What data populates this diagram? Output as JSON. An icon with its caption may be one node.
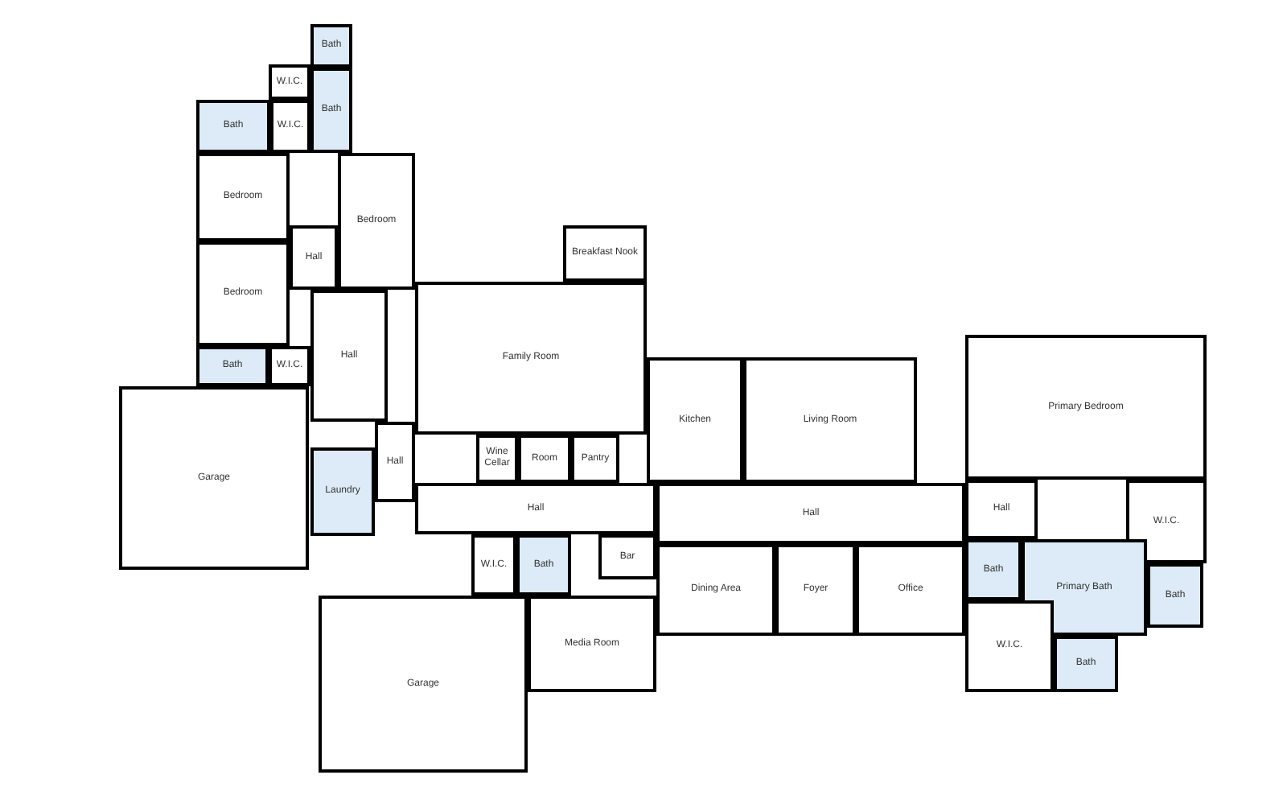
{
  "diagram": {
    "nodes": [
      {
        "text": [
          "Bath"
        ]
      },
      {
        "text": [
          "W.I.C."
        ]
      },
      {
        "text": [
          "Bath"
        ]
      },
      {
        "text": [
          "Bath"
        ]
      },
      {
        "text": [
          "W.I.C."
        ]
      },
      {
        "text": [
          "Bedroom"
        ]
      },
      {
        "text": [
          "Bedroom"
        ]
      },
      {
        "text": [
          "Hall"
        ]
      },
      {
        "text": [
          "Bedroom"
        ]
      },
      {
        "text": [
          "Bath"
        ]
      },
      {
        "text": [
          "W.I.C."
        ]
      },
      {
        "text": [
          "Hall"
        ]
      },
      {
        "text": [
          "Garage"
        ]
      },
      {
        "text": [
          "Laundry"
        ]
      },
      {
        "text": [
          "Hall"
        ]
      },
      {
        "text": [
          "Family Room"
        ]
      },
      {
        "text": [
          "Breakfast Nook"
        ]
      },
      {
        "text": [
          "Kitchen"
        ]
      },
      {
        "text": [
          "Wine Cellar"
        ]
      },
      {
        "text": [
          "Room"
        ]
      },
      {
        "text": [
          "Pantry"
        ]
      },
      {
        "text": [
          "Hall"
        ]
      },
      {
        "text": [
          "W.I.C."
        ]
      },
      {
        "text": [
          "Bath"
        ]
      },
      {
        "text": [
          "Bar"
        ]
      },
      {
        "text": [
          "Garage"
        ]
      },
      {
        "text": [
          "Media Room"
        ]
      },
      {
        "text": [
          "Dining Area"
        ]
      },
      {
        "text": [
          "Living Room"
        ]
      },
      {
        "text": [
          "Hall"
        ]
      },
      {
        "text": [
          "Foyer"
        ]
      },
      {
        "text": [
          "Office"
        ]
      },
      {
        "text": [
          "Primary Bedroom"
        ]
      },
      {
        "text": [
          "Hall"
        ]
      },
      {
        "text": [
          "Bath"
        ]
      },
      {
        "text": [
          "W.I.C."
        ]
      },
      {
        "text": [
          "Primary Bath"
        ]
      },
      {
        "text": [
          "Bath"
        ]
      },
      {
        "text": [
          "W.I.C."
        ]
      },
      {
        "text": [
          "Bath"
        ]
      }
    ],
    "edges": []
  }
}
